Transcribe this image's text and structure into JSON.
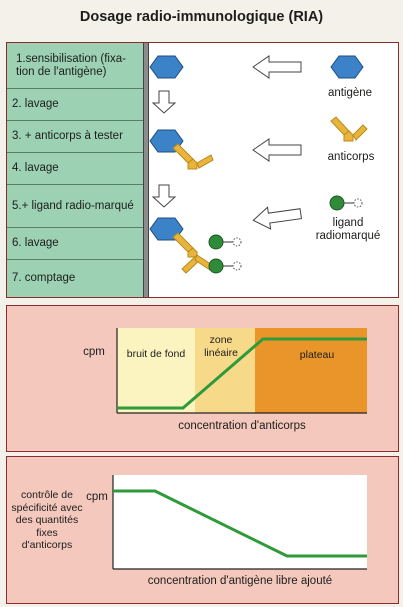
{
  "title": "Dosage radio-immunologique (RIA)",
  "steps": [
    {
      "label": "1.sensibilisation (fixa- tion de l'antigène)"
    },
    {
      "label": "2. lavage"
    },
    {
      "label": "3. + anticorps à tester"
    },
    {
      "label": "4. lavage"
    },
    {
      "label": "5.+ ligand radio-marqué"
    },
    {
      "label": "6. lavage"
    },
    {
      "label": "7. comptage"
    }
  ],
  "legend": {
    "antigen": "antigène",
    "antibody": "anticorps",
    "ligand": "ligand radiomarqué"
  },
  "chart1": {
    "ylabel": "cpm",
    "xlabel": "concentration d'anticorps",
    "zones": [
      "bruit de fond",
      "zone linéaire",
      "plateau"
    ]
  },
  "chart2": {
    "side_label": "contrôle de spécificité avec des quantités fixes d'anticorps",
    "ylabel": "cpm",
    "xlabel": "concentration d'antigène libre ajouté"
  },
  "colors": {
    "steps_bg": "#9cd2b3",
    "antigen": "#3b82c8",
    "antibody": "#e8b43c",
    "ligand": "#2f8a3a",
    "curve": "#2f9a3a",
    "frame_bg": "#f4c8bc",
    "zone_noise": "#fbf3c0",
    "zone_linear": "#f7d98a",
    "zone_plateau": "#e9952a"
  }
}
